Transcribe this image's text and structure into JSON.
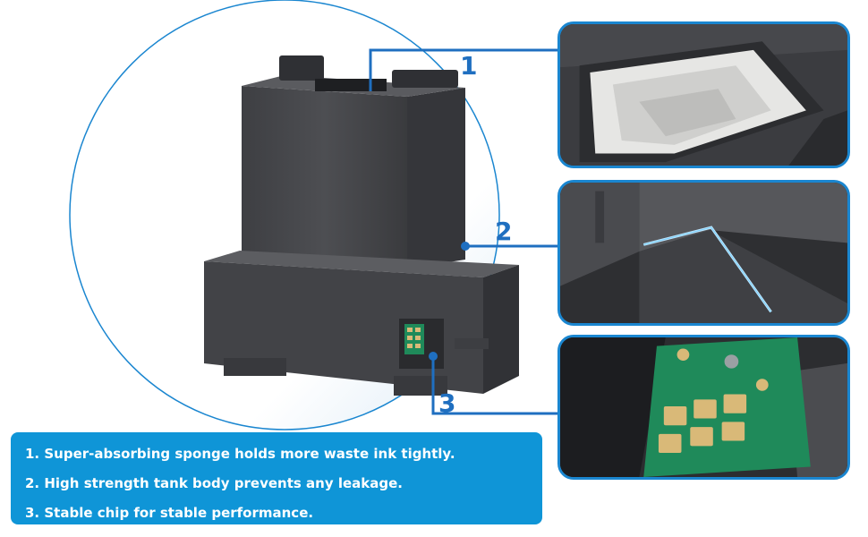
{
  "callouts": {
    "one": "1",
    "two": "2",
    "three": "3"
  },
  "features": {
    "items": [
      "1. Super-absorbing sponge holds more waste ink tightly.",
      "2. High strength tank body prevents any leakage.",
      "3. Stable chip for stable performance."
    ]
  },
  "colors": {
    "accent_blue": "#1a86d0",
    "feature_bg": "#0f95d7",
    "number_blue": "#1f6fc0",
    "tank_body": "#4a4b4f",
    "chip_green": "#1f8a5a",
    "chip_gold": "#d9b978"
  }
}
